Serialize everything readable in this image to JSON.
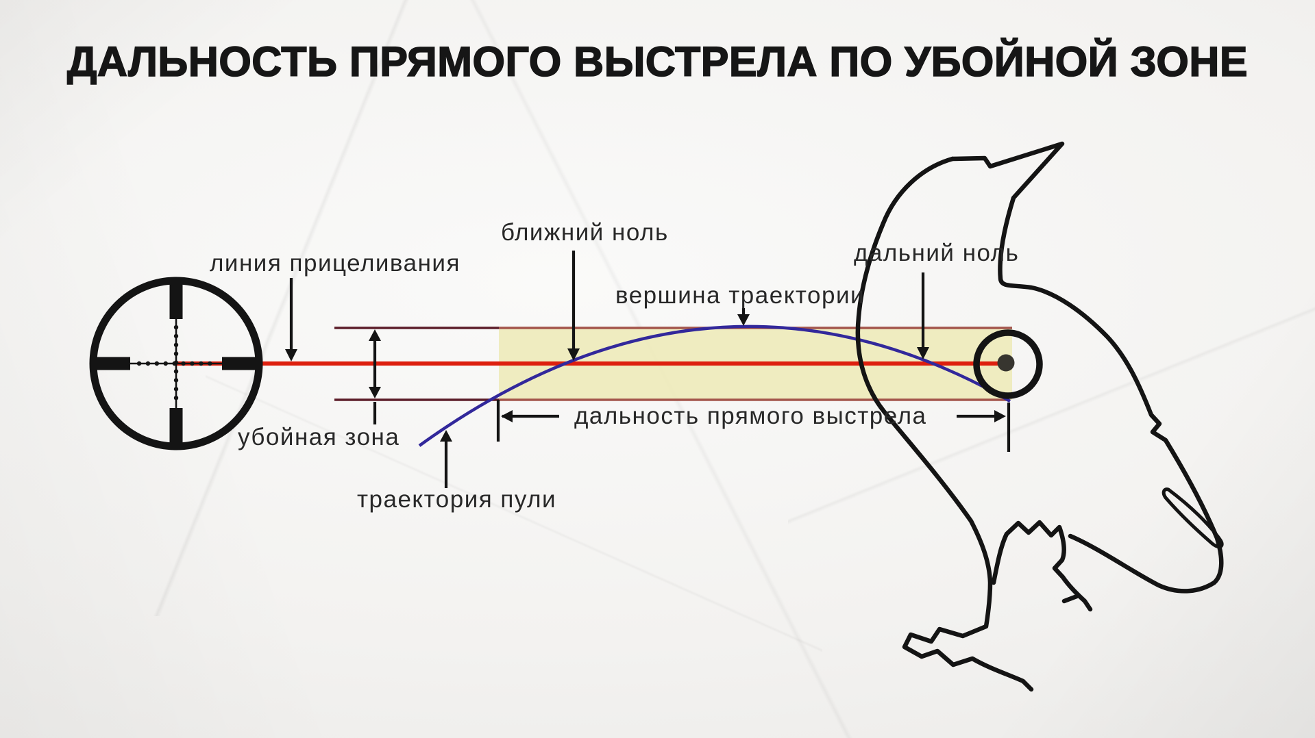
{
  "title": "ДАЛЬНОСТЬ ПРЯМОГО ВЫСТРЕЛА ПО УБОЙНОЙ ЗОНЕ",
  "labels": {
    "aim_line": "линия прицеливания",
    "near_zero": "ближний ноль",
    "trajectory_apex": "вершина траектории",
    "far_zero": "дальний ноль",
    "kill_zone": "убойная зона",
    "bullet_trajectory": "траектория пули",
    "direct_shot_range": "дальность прямого выстрела"
  },
  "colors": {
    "sight_line_red": "#dd1f0e",
    "zone_line_dark": "#5c1d29",
    "zone_line_light": "#a3554b",
    "trajectory_blue": "#32289b",
    "kill_zone_fill": "#edeab6",
    "ink_black": "#141414",
    "bullseye_dot": "#37352f",
    "text_color": "#282828",
    "title_color": "#161616"
  },
  "icons": {
    "reticle": "scope-reticle-icon",
    "target": "bullseye-target-icon",
    "bird": "crow-outline-icon"
  }
}
